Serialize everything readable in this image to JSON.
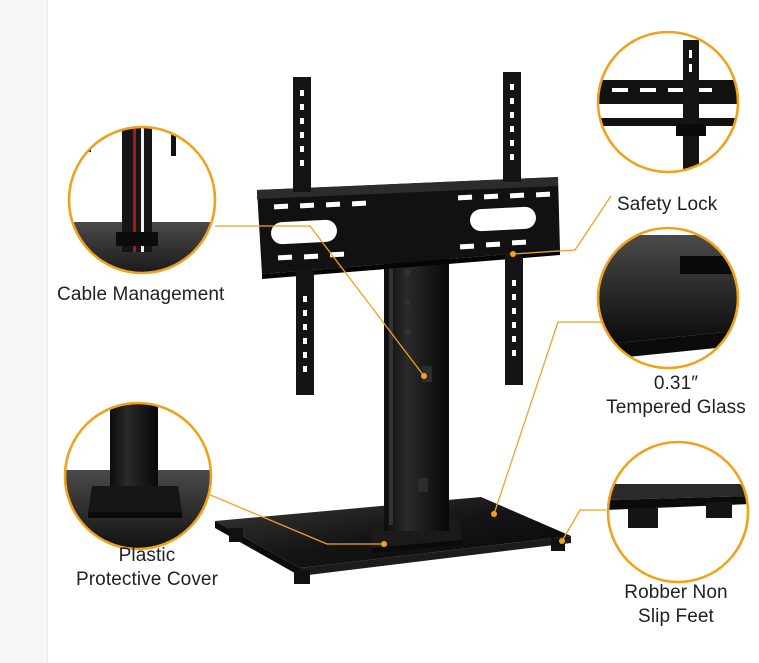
{
  "callouts": {
    "cable_management": "Cable Management",
    "safety_lock": "Safety Lock",
    "tempered_glass": {
      "line1": "0.31″",
      "line2": "Tempered Glass"
    },
    "plastic_cover": {
      "line1": "Plastic",
      "line2": "Protective Cover"
    },
    "non_slip_feet": {
      "line1": "Robber Non",
      "line2": "Slip Feet"
    }
  },
  "colors": {
    "accent": "#f0a21e",
    "metal": "#141414",
    "label_text": "#222222"
  }
}
